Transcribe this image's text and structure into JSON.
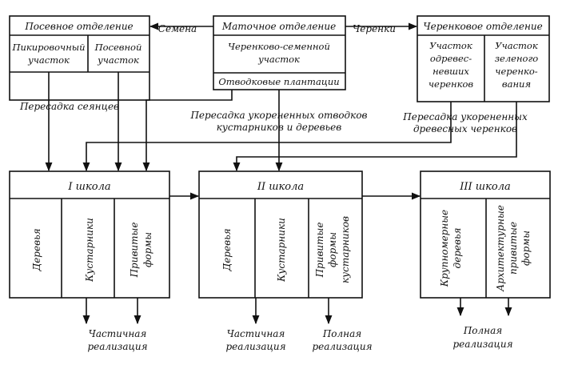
{
  "diagram": {
    "seeding_dept": {
      "title": "Посевное  отделение",
      "left_lines": [
        "Пикировочный",
        "участок"
      ],
      "right_lines": [
        "Посевной",
        "участок"
      ]
    },
    "mother_dept": {
      "title": "Маточное отделение",
      "plot_lines": [
        "Черенково-семенной",
        "участок"
      ],
      "layering": "Отводковые плантации"
    },
    "cutting_dept": {
      "title": "Черенковое отделение",
      "left_lines": [
        "Участок",
        "одревес-",
        "невших",
        "черенков"
      ],
      "right_lines": [
        "Участок",
        "зеленого",
        "черенко-",
        "вания"
      ]
    },
    "flows": {
      "seeds": "Семена",
      "cuttings": "Черенки",
      "seedlings": "Пересадка  сеянцев",
      "layers_lines": [
        "Пересадка укорененных отводков",
        "кустарников и деревьев"
      ],
      "woody_lines": [
        "Пересадка укорененных",
        "древесных черенков"
      ]
    },
    "school1": {
      "title": "I школа",
      "cols": [
        "Деревья",
        "Кустарники"
      ],
      "col3_lines": [
        "Привитые",
        "формы"
      ],
      "output_lines": [
        "Частичная",
        "реализация"
      ]
    },
    "school2": {
      "title": "II школа",
      "cols": [
        "Деревья",
        "Кустарники"
      ],
      "col3_lines": [
        "Привитые",
        "формы",
        "кустарников"
      ],
      "output1_lines": [
        "Частичная",
        "реализация"
      ],
      "output2_lines": [
        "Полная",
        "реализация"
      ]
    },
    "school3": {
      "title": "III школа",
      "col1_lines": [
        "Крупномерные",
        "деревья"
      ],
      "col2_lines": [
        "Архитектурные",
        "привитые",
        "формы"
      ],
      "output_lines": [
        "Полная",
        "реализация"
      ]
    }
  }
}
